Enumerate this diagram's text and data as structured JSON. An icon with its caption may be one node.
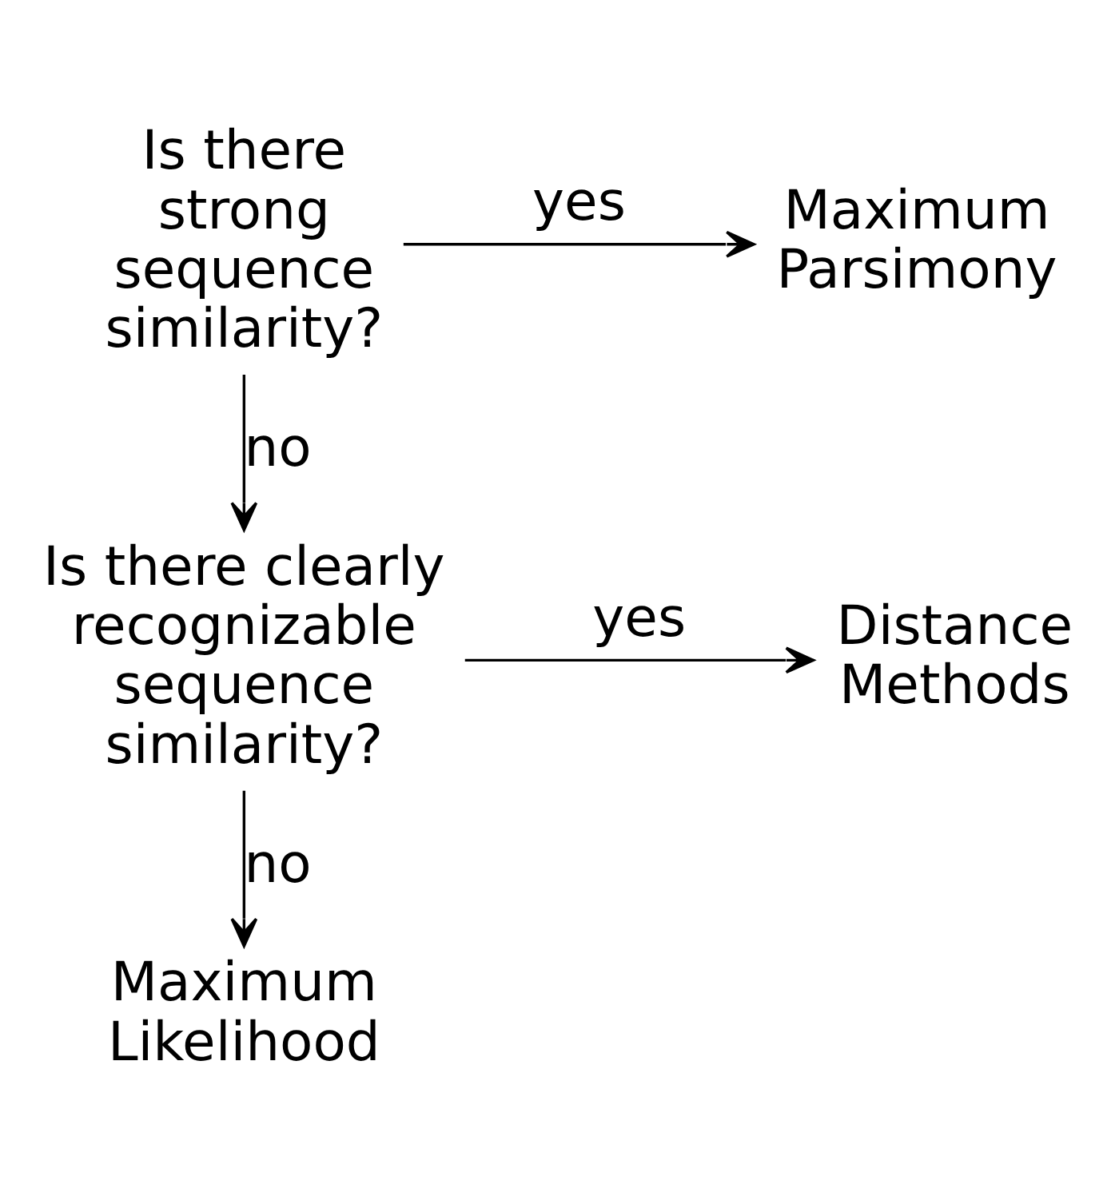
{
  "diagram": {
    "nodes": [
      {
        "text": [
          "Is there strong sequence similarity?"
        ]
      },
      {
        "text": [
          "Maximum Parsimony"
        ]
      },
      {
        "text": [
          "Is there clearly recognizable sequence similarity?"
        ]
      },
      {
        "text": [
          "Distance Methods"
        ]
      },
      {
        "text": [
          "Maximum Likelihood"
        ]
      }
    ],
    "edges": [
      {
        "from": 0,
        "to": 1,
        "arrow": "to",
        "label": "yes"
      },
      {
        "from": 0,
        "to": 2,
        "arrow": "to",
        "label": "no"
      },
      {
        "from": 2,
        "to": 3,
        "arrow": "to",
        "label": "yes"
      },
      {
        "from": 2,
        "to": 4,
        "arrow": "to",
        "label": "no"
      }
    ]
  }
}
